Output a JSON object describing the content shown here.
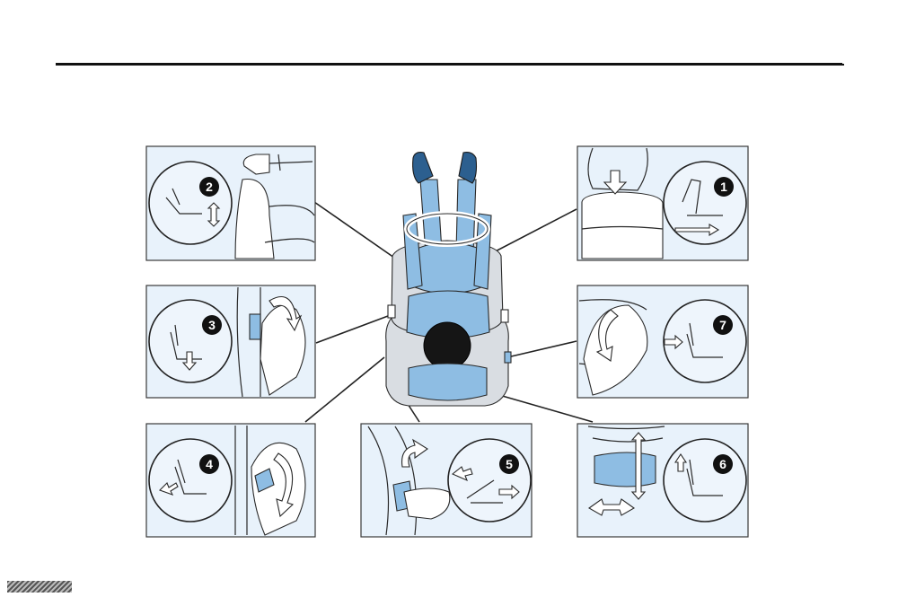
{
  "steps": [
    {
      "id": "1",
      "label": "1"
    },
    {
      "id": "2",
      "label": "2"
    },
    {
      "id": "3",
      "label": "3"
    },
    {
      "id": "4",
      "label": "4"
    },
    {
      "id": "5",
      "label": "5"
    },
    {
      "id": "6",
      "label": "6"
    },
    {
      "id": "7",
      "label": "7"
    }
  ],
  "colors": {
    "panel_bg": "#e8f2fb",
    "highlight_blue": "#8ebde3",
    "dark_blue": "#2c5f8f",
    "badge": "#111111"
  }
}
